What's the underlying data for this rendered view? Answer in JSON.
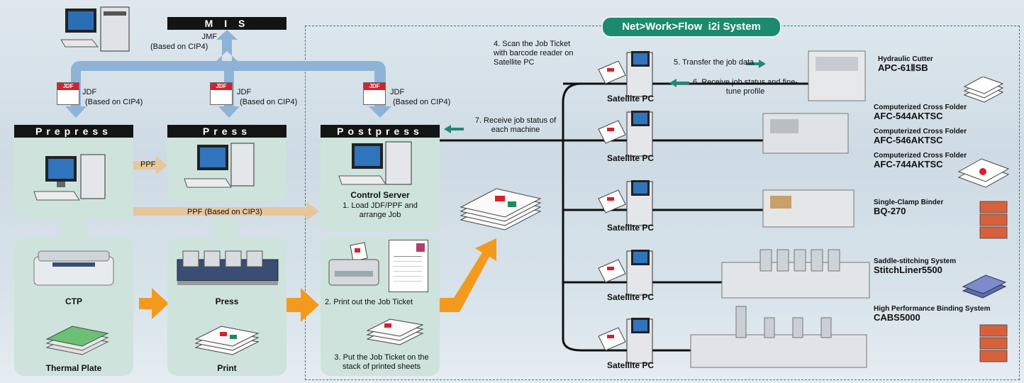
{
  "mis": {
    "label": "M I S",
    "jmf": "JMF",
    "jmf_note": "(Based on CIP4)"
  },
  "jdf": {
    "icon_text": "JDF",
    "label": "JDF",
    "note": "(Based on CIP4)"
  },
  "stages": {
    "prepress": "Prepress",
    "press": "Press",
    "postpress": "Postpress"
  },
  "ppf": {
    "short": "PPF",
    "long": "PPF (Based on CIP3)"
  },
  "postpress": {
    "control_server": "Control Server",
    "step1": "1. Load JDF/PPF and arrange Job",
    "step2": "2. Print out the Job Ticket",
    "step3": "3. Put the Job Ticket on the stack of printed sheets"
  },
  "prepress_labels": {
    "ctp": "CTP",
    "plate": "Thermal Plate"
  },
  "press_labels": {
    "press": "Press",
    "print": "Print"
  },
  "system": {
    "title": "Net>Work>Flow  i2i System",
    "step4": "4. Scan the Job Ticket with barcode reader on Satellite PC",
    "step5": "5. Transfer the job data",
    "step6": "6. Receive job status and fine-tune profile",
    "step7": "7. Receive job status of each machine",
    "satellite": "Satellite PC"
  },
  "machines": [
    {
      "name": "Hydraulic Cutter",
      "model": "APC-61ⅡSB"
    },
    {
      "name": "Computerized Cross Folder",
      "model": "AFC-544AKTSC"
    },
    {
      "name": "Computerized Cross Folder",
      "model": "AFC-546AKTSC"
    },
    {
      "name": "Computerized Cross Folder",
      "model": "AFC-744AKTSC"
    },
    {
      "name": "Single-Clamp Binder",
      "model": "BQ-270"
    },
    {
      "name": "Saddle-stitching System",
      "model": "StitchLiner5500"
    },
    {
      "name": "High Performance Binding System",
      "model": "CABS5000"
    }
  ],
  "colors": {
    "panel": "#cde3dc",
    "orange": "#f39a1e",
    "blue_arrow": "#8fb3d6",
    "ppf_arrow": "#e6c79a",
    "system_green": "#1e8a78",
    "red_arrow": "#d8202a"
  }
}
